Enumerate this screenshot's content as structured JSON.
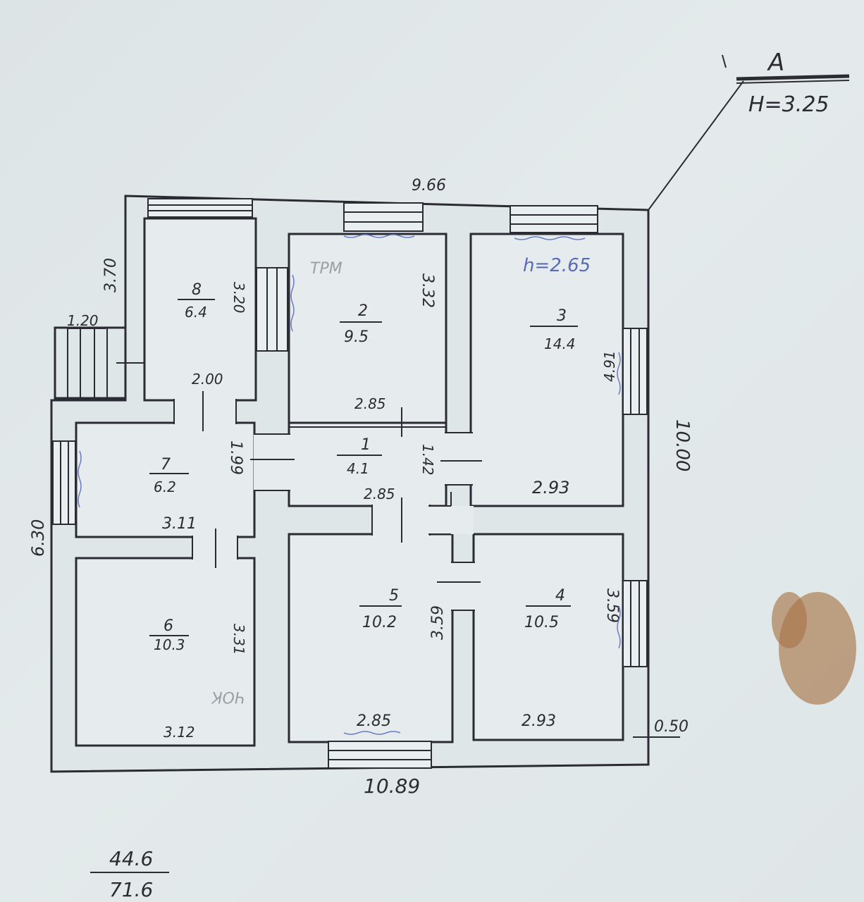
{
  "marker": {
    "letter": "А",
    "height": "Н=3.25"
  },
  "dimensions": {
    "top_width": "9.66",
    "bottom_width": "10.89",
    "right_height": "10.00",
    "left_height": "6.30",
    "porch_height": "3.70",
    "porch_width": "1.20",
    "wall_thickness": "0.50"
  },
  "rooms": [
    {
      "number": "8",
      "area": "6.4",
      "dim_a": "3.20",
      "dim_b": "2.00"
    },
    {
      "number": "2",
      "area": "9.5",
      "dim_a": "3.32",
      "dim_b": "2.85"
    },
    {
      "number": "3",
      "area": "14.4",
      "dim_a": "4.91",
      "dim_b": "2.93",
      "ceiling": "h=2.65"
    },
    {
      "number": "1",
      "area": "4.1",
      "dim_a": "1.42",
      "dim_b": "2.85"
    },
    {
      "number": "7",
      "area": "6.2",
      "dim_a": "1.99",
      "dim_b": "3.11"
    },
    {
      "number": "6",
      "area": "10.3",
      "dim_a": "3.31",
      "dim_b": "3.12"
    },
    {
      "number": "5",
      "area": "10.2",
      "dim_a": "3.59",
      "dim_b": "2.85"
    },
    {
      "number": "4",
      "area": "10.5",
      "dim_a": "3.59",
      "dim_b": "2.93"
    }
  ],
  "totals": {
    "numerator": "44.6",
    "denominator": "71.6"
  },
  "pencil_notes": {
    "note_a": "ТРМ",
    "note_b": "ЧОК"
  }
}
